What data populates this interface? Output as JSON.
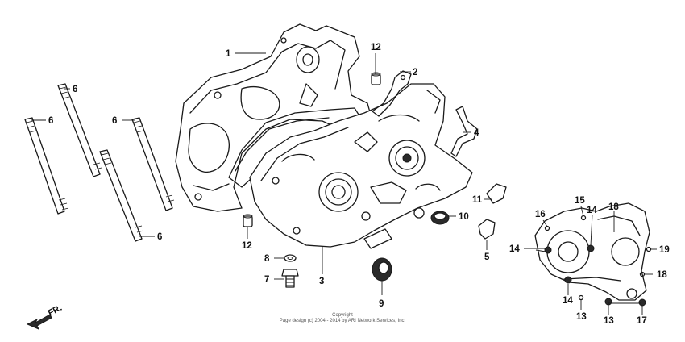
{
  "callouts": [
    "1",
    "2",
    "3",
    "4",
    "5",
    "6",
    "7",
    "8",
    "9",
    "10",
    "11",
    "12",
    "13",
    "14",
    "15",
    "16",
    "17",
    "18",
    "19"
  ],
  "direction_label": "FR.",
  "copyright": {
    "line1": "Copyright",
    "line2": "Page design (c) 2004 - 2014 by ARI Network Services, Inc."
  }
}
